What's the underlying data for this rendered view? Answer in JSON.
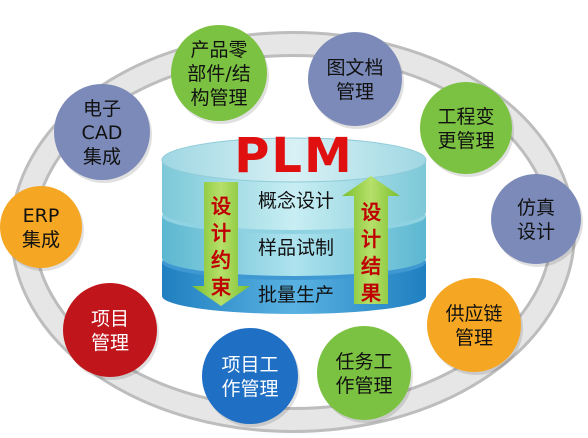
{
  "title": "PLM",
  "stages": [
    "概念设计",
    "样品试制",
    "批量生产"
  ],
  "arrows": {
    "left": [
      "设",
      "计",
      "约",
      "束"
    ],
    "right": [
      "设",
      "计",
      "结",
      "果"
    ]
  },
  "modules": [
    {
      "lines": [
        "产品零",
        "部件/结",
        "构管理"
      ],
      "color": "#7cc242"
    },
    {
      "lines": [
        "图文档",
        "管理"
      ],
      "color": "#7b8ab8"
    },
    {
      "lines": [
        "工程变",
        "更管理"
      ],
      "color": "#7cc242"
    },
    {
      "lines": [
        "仿真",
        "设计"
      ],
      "color": "#7b8ab8"
    },
    {
      "lines": [
        "供应链",
        "管理"
      ],
      "color": "#f5a623"
    },
    {
      "lines": [
        "任务工",
        "作管理"
      ],
      "color": "#7cc242"
    },
    {
      "lines": [
        "项目工",
        "作管理"
      ],
      "color": "#1f6fc5"
    },
    {
      "lines": [
        "项目",
        "管理"
      ],
      "color": "#c0161b"
    },
    {
      "lines": [
        "ERP",
        "集成"
      ],
      "color": "#f5a623"
    },
    {
      "lines": [
        "电子",
        "CAD",
        "集成"
      ],
      "color": "#7b8ab8"
    }
  ]
}
